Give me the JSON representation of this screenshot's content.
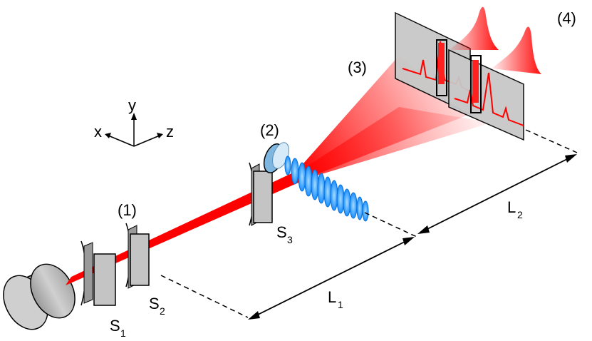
{
  "labels": {
    "step1": "(1)",
    "step2": "(2)",
    "step3": "(3)",
    "step4": "(4)",
    "s1_main": "S",
    "s1_sub": "1",
    "s2_main": "S",
    "s2_sub": "2",
    "s3_main": "S",
    "s3_sub": "3",
    "l1_main": "L",
    "l1_sub": "1",
    "l2_main": "L",
    "l2_sub": "2",
    "axis_x": "x",
    "axis_y": "y",
    "axis_z": "z"
  },
  "colors": {
    "beam": "#ff0000",
    "pulse": "#3aa8ff",
    "slit_fill": "#bdbdbd",
    "screen_fill": "#c8c8c8",
    "outline": "#000000"
  }
}
